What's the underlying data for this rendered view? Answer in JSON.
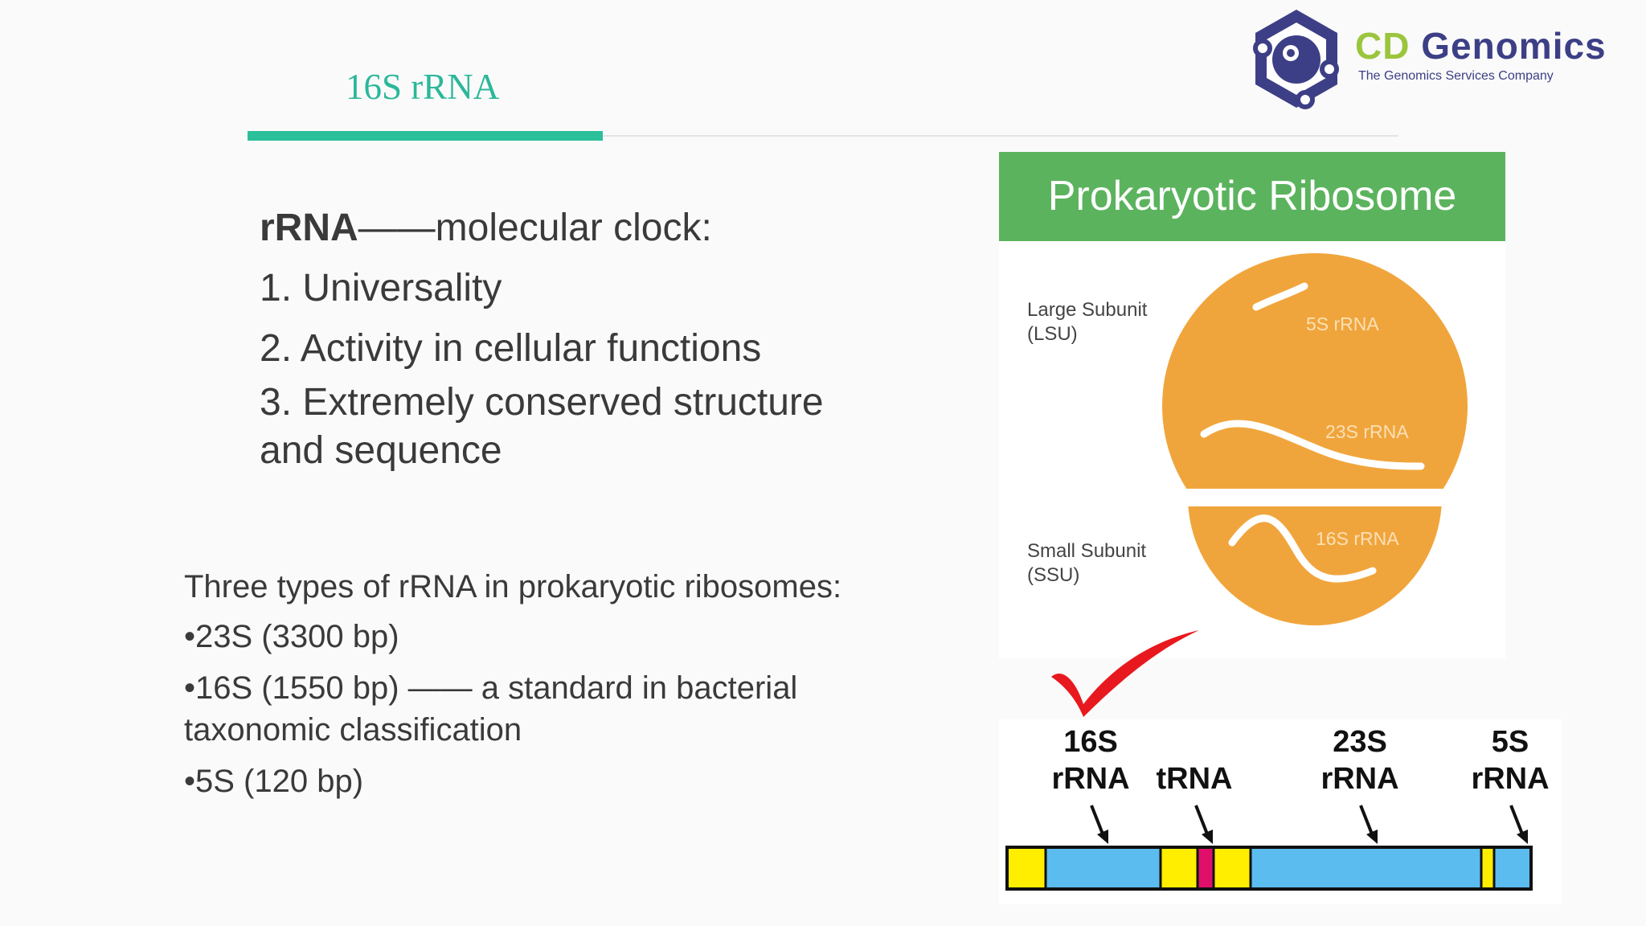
{
  "slide": {
    "title": "16S rRNA"
  },
  "logo": {
    "name_part1": "CD",
    "name_part2": "Genomics",
    "tagline": "The Genomics Services Company"
  },
  "main_points": {
    "heading_bold": "rRNA",
    "heading_rest": "——molecular clock:",
    "item1": "1. Universality",
    "item2": "2. Activity in cellular functions",
    "item3_line1": "3. Extremely conserved structure",
    "item3_line2": "and sequence"
  },
  "rrna_types": {
    "heading": "Three types of rRNA in prokaryotic ribosomes:",
    "item_23s": "•23S (3300 bp)",
    "item_16s_line1": "•16S (1550 bp) —— a standard in bacterial",
    "item_16s_line2": "taxonomic classification",
    "item_5s": "•5S   (120 bp)"
  },
  "ribosome_figure": {
    "header": "Prokaryotic Ribosome",
    "large_subunit_line1": "Large Subunit",
    "large_subunit_line2": "(LSU)",
    "small_subunit_line1": "Small Subunit",
    "small_subunit_line2": "(SSU)",
    "label_5s": "5S rRNA",
    "label_23s": "23S rRNA",
    "label_16s": "16S rRNA",
    "colors": {
      "header": "#5cb35e",
      "subunit": "#f0a53c"
    }
  },
  "gene_figure": {
    "label_16s_line1": "16S",
    "label_16s_line2": "rRNA",
    "label_trna": "tRNA",
    "label_23s_line1": "23S",
    "label_23s_line2": "rRNA",
    "label_5s_line1": "5S",
    "label_5s_line2": "rRNA",
    "colors": {
      "yellow": "#ffee00",
      "blue": "#5bbcf0",
      "magenta": "#e0106a",
      "check": "#e8191e"
    }
  }
}
